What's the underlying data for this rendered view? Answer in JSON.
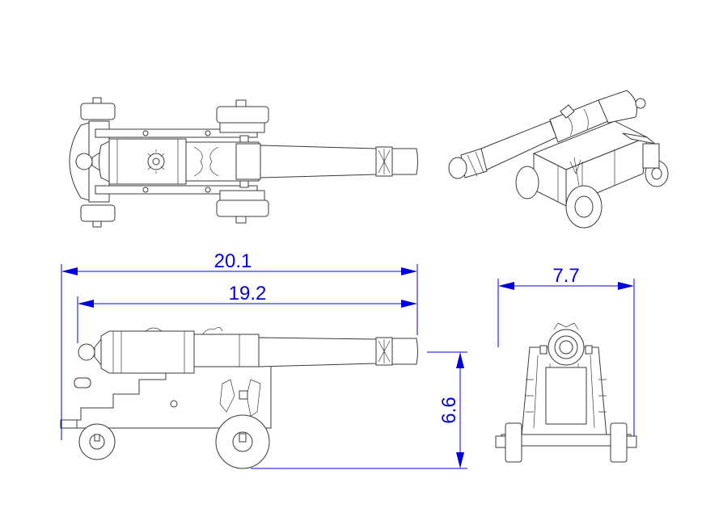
{
  "dimensions": {
    "overall_length": "20.1",
    "barrel_length": "19.2",
    "width": "7.7",
    "height": "6.6"
  },
  "colors": {
    "dimension": "#0000e0",
    "drawing": "#3a3a3a",
    "background": "#ffffff"
  }
}
